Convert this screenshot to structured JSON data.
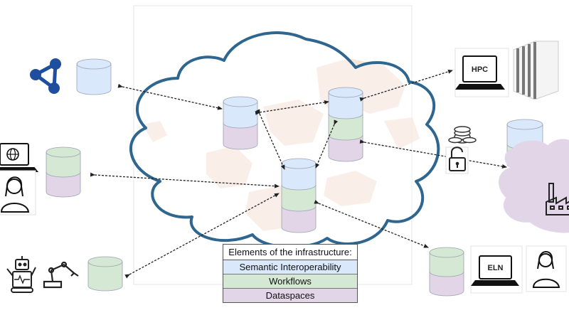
{
  "colors": {
    "cloud_outline": "#2e6690",
    "semantic": "#dae8fc",
    "workflows": "#d5e8d4",
    "dataspaces": "#e1d5e7",
    "cylinder_stroke": "#9aa2b0",
    "map_tint": "#f7e1d8",
    "network_icon": "#1f4e9e",
    "arrow": "#222222"
  },
  "legend": {
    "title": "Elements of the infrastructure:",
    "items": [
      {
        "label": "Semantic Interoperability",
        "color": "#dae8fc"
      },
      {
        "label": "Workflows",
        "color": "#d5e8d4"
      },
      {
        "label": "Dataspaces",
        "color": "#e1d5e7"
      }
    ]
  },
  "labels": {
    "hpc": "HPC",
    "eln": "ELN"
  },
  "icons": [
    "network-icon",
    "laptop-globe-icon",
    "person-icon",
    "robot-icon",
    "robot-arm-icon",
    "laptop-hpc-icon",
    "server-rack-icon",
    "coins-icon",
    "open-lock-icon",
    "factory-icon",
    "laptop-eln-icon"
  ]
}
